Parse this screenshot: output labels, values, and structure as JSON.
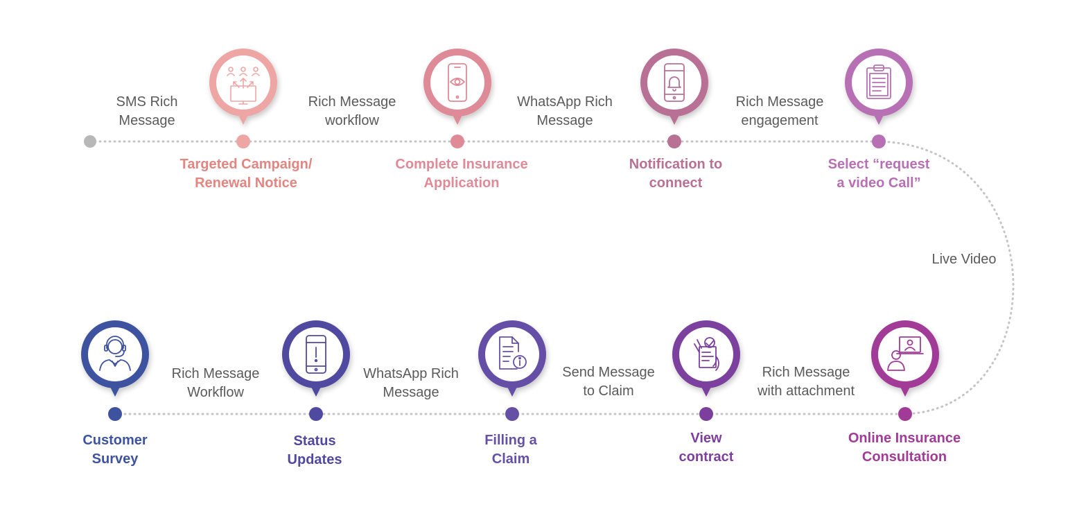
{
  "top_row": {
    "start_label": [
      "SMS Rich",
      "Message"
    ],
    "steps": [
      {
        "title": [
          "Targeted Campaign/",
          "Renewal Notice"
        ],
        "icon": "campaign-broadcast-icon",
        "color": "#eea6a4"
      },
      {
        "title": [
          "Complete Insurance",
          "Application"
        ],
        "icon": "phone-eye-icon",
        "color": "#df8a97"
      },
      {
        "title": [
          "Notification to",
          "connect"
        ],
        "icon": "phone-bell-icon",
        "color": "#b87094"
      },
      {
        "title": [
          "Select “request",
          "a video Call”"
        ],
        "icon": "clipboard-icon",
        "color": "#b870b4"
      }
    ],
    "connectors": [
      [
        "Rich Message",
        "workflow"
      ],
      [
        "WhatsApp Rich",
        "Message"
      ],
      [
        "Rich Message",
        "engagement"
      ]
    ]
  },
  "curve_label": "Live Video",
  "bottom_row": {
    "steps": [
      {
        "title": [
          "Customer",
          "Survey"
        ],
        "icon": "support-agent-icon",
        "color": "#3e53a0"
      },
      {
        "title": [
          "Status",
          "Updates"
        ],
        "icon": "phone-alert-icon",
        "color": "#5049a0"
      },
      {
        "title": [
          "Filling a",
          "Claim"
        ],
        "icon": "document-info-icon",
        "color": "#6550a6"
      },
      {
        "title": [
          "View",
          "contract"
        ],
        "icon": "signed-contract-icon",
        "color": "#7c3f9e"
      },
      {
        "title": [
          "Online Insurance",
          "Consultation"
        ],
        "icon": "video-consultation-icon",
        "color": "#a23a97"
      }
    ],
    "connectors": [
      [
        "Rich Message",
        "Workflow"
      ],
      [
        "WhatsApp Rich",
        "Message"
      ],
      [
        "Send Message",
        "to Claim"
      ],
      [
        "Rich Message",
        "with attachment"
      ]
    ]
  },
  "colors": {
    "start_dot": "#b8b8b8",
    "dotted_line": "#c4c4c4",
    "connector_text": "#5a5a5a"
  }
}
